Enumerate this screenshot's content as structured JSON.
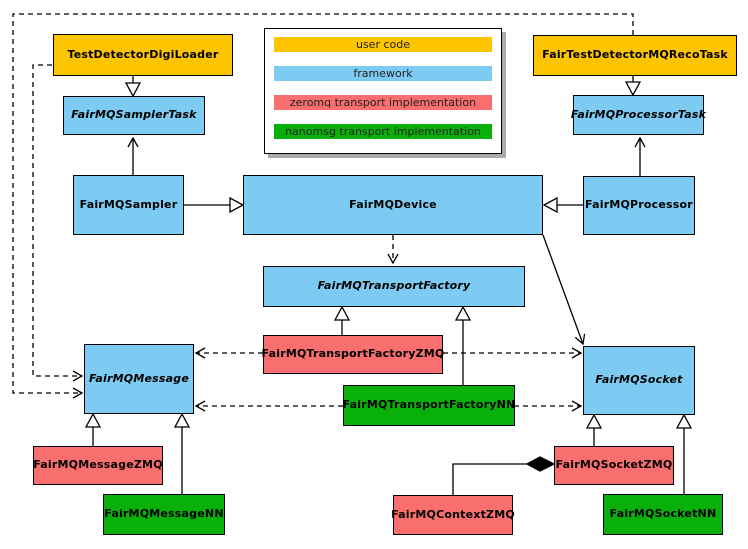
{
  "title": "FairMQ class diagram",
  "colors": {
    "user_code": "#FDC402",
    "framework": "#7DCBF2",
    "zeromq": "#F96E6E",
    "nanomsg": "#0AB00A",
    "box_border": "#000000",
    "legend_shadow": "#ABABAB"
  },
  "legend": {
    "items": [
      {
        "label": "user code",
        "color_key": "user_code"
      },
      {
        "label": "framework",
        "color_key": "framework"
      },
      {
        "label": "zeromq transport implementation",
        "color_key": "zeromq"
      },
      {
        "label": "nanomsg transport implementation",
        "color_key": "nanomsg"
      }
    ]
  },
  "nodes": {
    "test_detector_digi_loader": {
      "label": "TestDetectorDigiLoader",
      "category": "user code"
    },
    "fair_test_detector_mq_reco_task": {
      "label": "FairTestDetectorMQRecoTask",
      "category": "user code"
    },
    "fairmq_sampler_task": {
      "label": "FairMQSamplerTask",
      "category": "framework",
      "abstract": true
    },
    "fairmq_processor_task": {
      "label": "FairMQProcessorTask",
      "category": "framework",
      "abstract": true
    },
    "fairmq_sampler": {
      "label": "FairMQSampler",
      "category": "framework"
    },
    "fairmq_device": {
      "label": "FairMQDevice",
      "category": "framework"
    },
    "fairmq_processor": {
      "label": "FairMQProcessor",
      "category": "framework"
    },
    "fairmq_transport_factory": {
      "label": "FairMQTransportFactory",
      "category": "framework",
      "abstract": true
    },
    "fairmq_transport_factory_zmq": {
      "label": "FairMQTransportFactoryZMQ",
      "category": "zeromq"
    },
    "fairmq_transport_factory_nn": {
      "label": "FairMQTransportFactoryNN",
      "category": "nanomsg"
    },
    "fairmq_message": {
      "label": "FairMQMessage",
      "category": "framework",
      "abstract": true
    },
    "fairmq_socket": {
      "label": "FairMQSocket",
      "category": "framework",
      "abstract": true
    },
    "fairmq_message_zmq": {
      "label": "FairMQMessageZMQ",
      "category": "zeromq"
    },
    "fairmq_message_nn": {
      "label": "FairMQMessageNN",
      "category": "nanomsg"
    },
    "fairmq_context_zmq": {
      "label": "FairMQContextZMQ",
      "category": "zeromq"
    },
    "fairmq_socket_zmq": {
      "label": "FairMQSocketZMQ",
      "category": "zeromq"
    },
    "fairmq_socket_nn": {
      "label": "FairMQSocketNN",
      "category": "nanomsg"
    }
  },
  "edges": [
    {
      "from": "TestDetectorDigiLoader",
      "to": "FairMQSamplerTask",
      "type": "generalization"
    },
    {
      "from": "FairTestDetectorMQRecoTask",
      "to": "FairMQProcessorTask",
      "type": "generalization"
    },
    {
      "from": "FairMQSampler",
      "to": "FairMQSamplerTask",
      "type": "association"
    },
    {
      "from": "FairMQProcessor",
      "to": "FairMQProcessorTask",
      "type": "association"
    },
    {
      "from": "FairMQSampler",
      "to": "FairMQDevice",
      "type": "generalization"
    },
    {
      "from": "FairMQProcessor",
      "to": "FairMQDevice",
      "type": "generalization"
    },
    {
      "from": "FairMQDevice",
      "to": "FairMQTransportFactory",
      "type": "dependency"
    },
    {
      "from": "FairMQDevice",
      "to": "FairMQSocket",
      "type": "association"
    },
    {
      "from": "FairMQTransportFactoryZMQ",
      "to": "FairMQTransportFactory",
      "type": "generalization"
    },
    {
      "from": "FairMQTransportFactoryNN",
      "to": "FairMQTransportFactory",
      "type": "generalization"
    },
    {
      "from": "FairMQTransportFactoryZMQ",
      "to": "FairMQMessage",
      "type": "dependency"
    },
    {
      "from": "FairMQTransportFactoryZMQ",
      "to": "FairMQSocket",
      "type": "dependency"
    },
    {
      "from": "FairMQTransportFactoryNN",
      "to": "FairMQMessage",
      "type": "dependency"
    },
    {
      "from": "FairMQTransportFactoryNN",
      "to": "FairMQSocket",
      "type": "dependency"
    },
    {
      "from": "TestDetectorDigiLoader",
      "to": "FairMQMessage",
      "type": "dependency"
    },
    {
      "from": "FairTestDetectorMQRecoTask",
      "to": "FairMQMessage",
      "type": "dependency"
    },
    {
      "from": "FairMQMessageZMQ",
      "to": "FairMQMessage",
      "type": "generalization"
    },
    {
      "from": "FairMQMessageNN",
      "to": "FairMQMessage",
      "type": "generalization"
    },
    {
      "from": "FairMQSocketZMQ",
      "to": "FairMQSocket",
      "type": "generalization"
    },
    {
      "from": "FairMQSocketNN",
      "to": "FairMQSocket",
      "type": "generalization"
    },
    {
      "from": "FairMQSocketZMQ",
      "to": "FairMQContextZMQ",
      "type": "composition"
    }
  ]
}
